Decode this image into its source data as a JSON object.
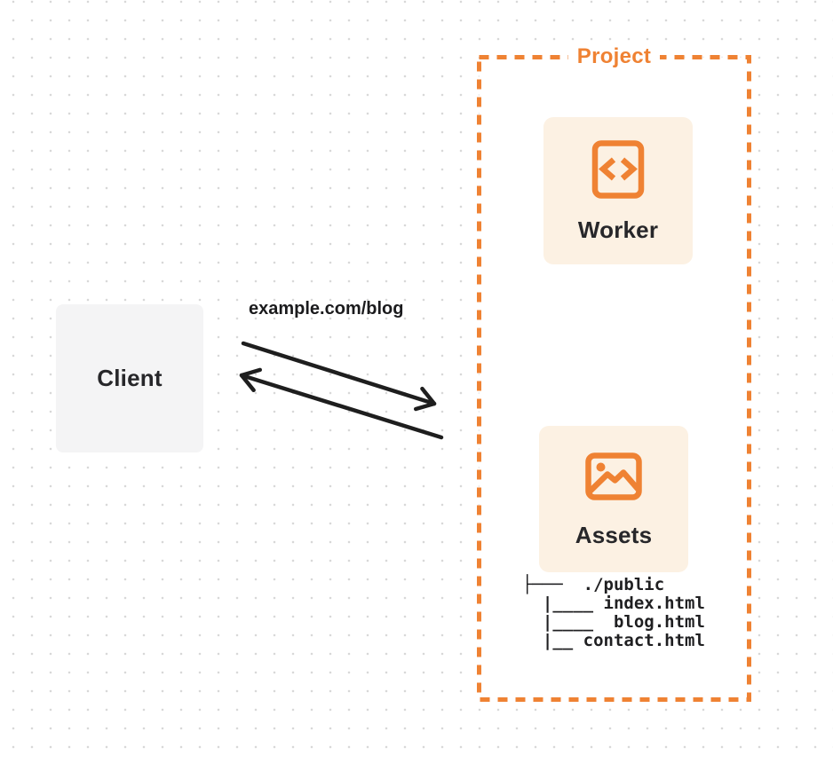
{
  "colors": {
    "accent": "#ef8233",
    "card_bg": "#fcf1e3",
    "client_bg": "#f4f4f5",
    "text_dark": "#27272a",
    "arrow": "#1e1e1e",
    "dot": "#d8d8d8",
    "bg": "#ffffff"
  },
  "client": {
    "label": "Client"
  },
  "request": {
    "label": "example.com/blog"
  },
  "project": {
    "label": "Project",
    "worker": {
      "label": "Worker",
      "icon": "code-file-icon"
    },
    "assets": {
      "label": "Assets",
      "icon": "image-icon",
      "file_tree": {
        "lines": [
          "├───  ./public",
          "  |____ index.html",
          "  |____  blog.html",
          "  |__ contact.html"
        ]
      }
    }
  }
}
